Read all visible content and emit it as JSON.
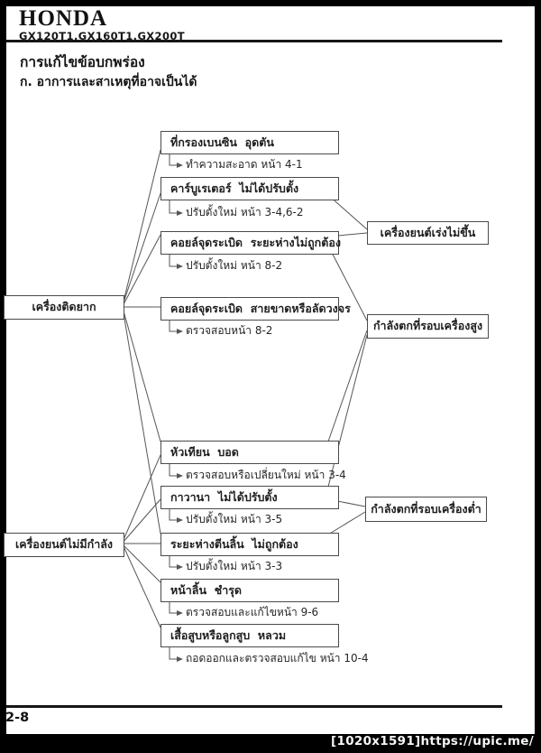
{
  "header": {
    "brand": "HONDA",
    "models": "GX120T1.GX160T1.GX200T"
  },
  "titles": {
    "main": "การแก้ไขข้อบกพร่อง",
    "sub": "ก. อาการและสาเหตุที่อาจเป็นได้"
  },
  "diagram": {
    "symptoms": [
      {
        "label": "เครื่องติดยาก"
      },
      {
        "label": "เครื่องยนต์ไม่มีกำลัง"
      }
    ],
    "causes": [
      {
        "label": "ที่กรองเบนซิน  อุดตัน",
        "action": "ทำความสะอาด หน้า 4-1"
      },
      {
        "label": "คาร์บูเรเตอร์  ไม่ได้ปรับตั้ง",
        "action": "ปรับตั้งใหม่ หน้า 3-4,6-2"
      },
      {
        "label": "คอยล์จุดระเบิด  ระยะห่างไม่ถูกต้อง",
        "action": "ปรับตั้งใหม่ หน้า 8-2"
      },
      {
        "label": "คอยล์จุดระเบิด  สายขาดหรือลัดวงจร",
        "action": "ตรวจสอบหน้า 8-2"
      },
      {
        "label": "หัวเทียน  บอด",
        "action": "ตรวจสอบหรือเปลี่ยนใหม่ หน้า 3-4"
      },
      {
        "label": "กาวานา  ไม่ได้ปรับตั้ง",
        "action": "ปรับตั้งใหม่ หน้า 3-5"
      },
      {
        "label": "ระยะห่างตีนลิ้น  ไม่ถูกต้อง",
        "action": "ปรับตั้งใหม่ หน้า 3-3"
      },
      {
        "label": "หน้าลิ้น  ชำรุด",
        "action": "ตรวจสอบและแก้ไขหน้า 9-6"
      },
      {
        "label": "เสื้อสูบหรือลูกสูบ  หลวม",
        "action": "ถอดออกและตรวจสอบแก้ไข หน้า 10-4"
      }
    ],
    "outcomes": [
      {
        "label": "เครื่องยนต์เร่งไม่ขึ้น"
      },
      {
        "label": "กำลังตกที่รอบเครื่องสูง"
      },
      {
        "label": "กำลังตกที่รอบเครื่องต่ำ"
      }
    ],
    "links": {
      "symptom_to_causes": [
        {
          "symptom": 0,
          "causes": [
            0,
            1,
            2,
            3,
            4,
            6
          ]
        },
        {
          "symptom": 1,
          "causes": [
            4,
            5,
            6,
            7,
            8
          ]
        }
      ],
      "cause_to_outcomes": [
        {
          "cause": 1,
          "outcomes": [
            0
          ]
        },
        {
          "cause": 2,
          "outcomes": [
            0,
            1
          ]
        },
        {
          "cause": 4,
          "outcomes": [
            1
          ]
        },
        {
          "cause": 5,
          "outcomes": [
            1,
            2
          ]
        },
        {
          "cause": 6,
          "outcomes": [
            2
          ]
        }
      ]
    }
  },
  "footer": {
    "page_number": "2-8",
    "watermark": "[1020x1591]https://upic.me/"
  }
}
